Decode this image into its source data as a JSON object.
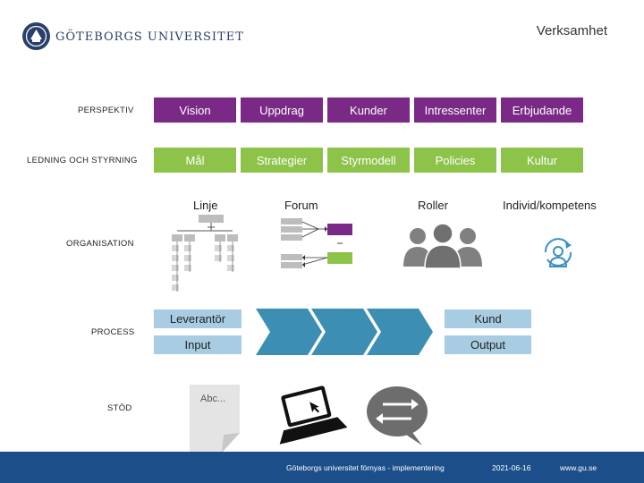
{
  "header": {
    "university": "GÖTEBORGS UNIVERSITET",
    "section_title": "Verksamhet"
  },
  "rows": {
    "perspektiv": "PERSPEKTIV",
    "ledning": "LEDNING OCH STYRNING",
    "organisation": "ORGANISATION",
    "process": "PROCESS",
    "stod": "STÖD"
  },
  "perspektiv_items": [
    "Vision",
    "Uppdrag",
    "Kunder",
    "Intressenter",
    "Erbjudande"
  ],
  "ledning_items": [
    "Mål",
    "Strategier",
    "Styrmodell",
    "Policies",
    "Kultur"
  ],
  "organisation_items": [
    "Linje",
    "Forum",
    "Roller",
    "Individ/kompetens"
  ],
  "process": {
    "leverantor": "Leverantör",
    "input": "Input",
    "kund": "Kund",
    "output": "Output"
  },
  "stod": {
    "document_text": "Abc..."
  },
  "footer": {
    "caption": "Göteborgs universitet förnyas - implementering",
    "date": "2021-06-16",
    "url": "www.gu.se"
  },
  "colors": {
    "purple": "#7a2a86",
    "green": "#8ec34a",
    "process_blue": "#3c8fb2",
    "light_blue": "#a8cde2",
    "footer_blue": "#1c4e8a"
  },
  "icons": [
    "university-seal-icon",
    "org-chart-icon",
    "forum-diagram-icon",
    "people-icon",
    "person-sync-icon",
    "document-icon",
    "laptop-icon",
    "chat-exchange-icon"
  ]
}
